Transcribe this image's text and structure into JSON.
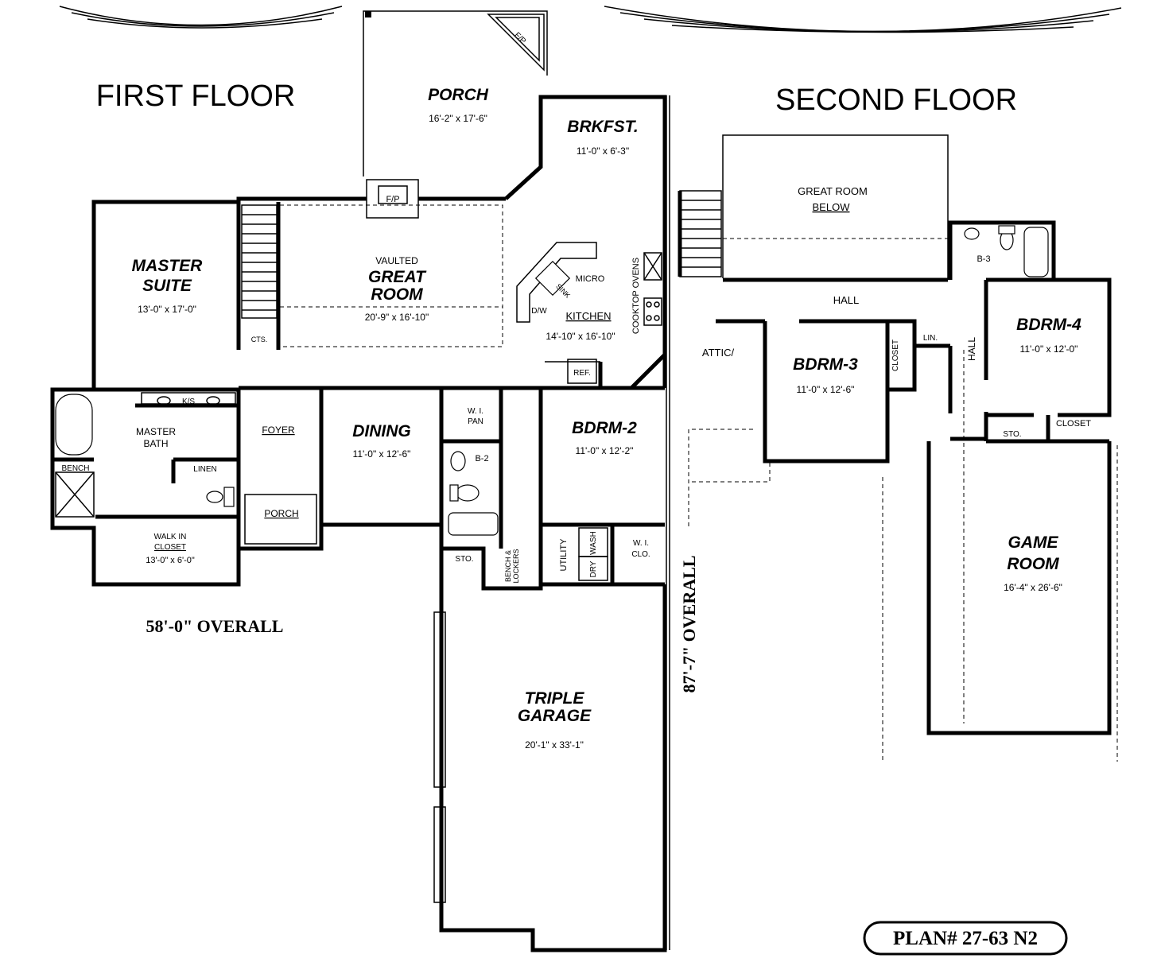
{
  "plan": {
    "first_floor_heading": "FIRST FLOOR",
    "second_floor_heading": "SECOND FLOOR",
    "overall_width": "58'-0\"  OVERALL",
    "overall_depth": "87'-7\"  OVERALL",
    "plan_number": "PLAN# 27-63 N2"
  },
  "first_floor": {
    "porch_rear": {
      "name": "PORCH",
      "dims": "16'-2\" x 17'-6\""
    },
    "fp_porch": "F/P",
    "fp_great": "F/P",
    "brkfst": {
      "name": "BRKFST.",
      "dims": "11'-0\" x 6'-3\""
    },
    "master_suite": {
      "line1": "MASTER",
      "line2": "SUITE",
      "dims": "13'-0\" x 17'-0\""
    },
    "great_room": {
      "prefix": "VAULTED",
      "line1": "GREAT",
      "line2": "ROOM",
      "dims": "20'-9\" x 16'-10\""
    },
    "kitchen": {
      "name": "KITCHEN",
      "dims": "14'-10\" x 16'-10\""
    },
    "micro": "MICRO",
    "sink": "SINK",
    "dw": "D/W",
    "cooktop_ovens": "COOKTOP OVENS",
    "ref": "REF.",
    "cts": "CTS.",
    "ks": "K/S",
    "master_bath": {
      "line1": "MASTER",
      "line2": "BATH"
    },
    "bench": "BENCH",
    "linen": "LINEN",
    "walk_in_closet": {
      "line1": "WALK IN",
      "line2": "CLOSET",
      "dims": "13'-0\" x 6'-0\""
    },
    "foyer": "FOYER",
    "porch_front": "PORCH",
    "dining": {
      "name": "DINING",
      "dims": "11'-0\" x 12'-6\""
    },
    "wi_pan": {
      "line1": "W. I.",
      "line2": "PAN"
    },
    "b2": "B-2",
    "bdrm2": {
      "name": "BDRM-2",
      "dims": "11'-0\" x 12'-2\""
    },
    "sto": "STO.",
    "bench_lockers": {
      "line1": "BENCH &",
      "line2": "LOCKERS"
    },
    "utility": "UTILITY",
    "dry": "DRY",
    "wash": "WASH",
    "wi_clo": {
      "line1": "W. I.",
      "line2": "CLO."
    },
    "garage": {
      "line1": "TRIPLE",
      "line2": "GARAGE",
      "dims": "20'-1\" x 33'-1\""
    }
  },
  "second_floor": {
    "great_below": {
      "line1": "GREAT ROOM",
      "line2": "BELOW"
    },
    "b3": "B-3",
    "hall": "HALL",
    "hall_vert": "HALL",
    "attic": "ATTIC/",
    "bdrm3": {
      "name": "BDRM-3",
      "dims": "11'-0\" x 12'-6\""
    },
    "closet_vert": "CLOSET",
    "lin": "LIN.",
    "bdrm4": {
      "name": "BDRM-4",
      "dims": "11'-0\" x 12'-0\""
    },
    "sto": "STO.",
    "closet": "CLOSET",
    "game": {
      "line1": "GAME",
      "line2": "ROOM",
      "dims": "16'-4\" x 26'-6\""
    }
  }
}
